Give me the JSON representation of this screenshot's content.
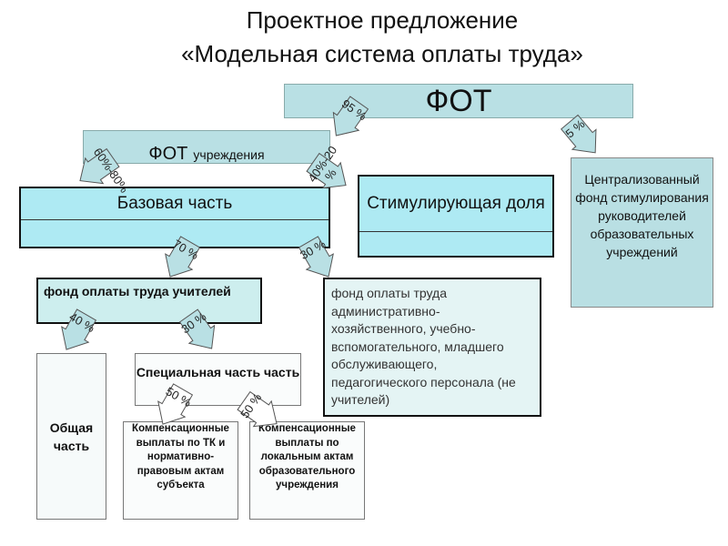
{
  "title": {
    "line1": "Проектное предложение",
    "line2": "«Модельная система оплаты труда»"
  },
  "boxes": {
    "fot": "ФОТ",
    "fot_institution": {
      "main": "ФОТ",
      "sub": "учреждения"
    },
    "base_part": "Базовая часть",
    "incentive_share": "Стимулирующая доля",
    "centralized_fund": "Централизованный фонд стимулирования руководителей образовательных учреждений",
    "teachers_fund": "фонд оплаты труда учителей",
    "admin_fund": "фонд оплаты труда административно-хозяйственного, учебно-вспомогательного, младшего обслуживающего, педагогического персонала (не учителей)",
    "general_part": "Общая часть",
    "special_part": "Специальная часть часть",
    "compensation_tk": "Компенсационные выплаты по ТК и нормативно-правовым актам субъекта",
    "compensation_local": "Компенсационные выплаты по локальным актам образовательного учреждения"
  },
  "arrows": [
    {
      "label": "95 %"
    },
    {
      "label": "5 %"
    },
    {
      "label": "60%-80%"
    },
    {
      "label": "40%-20 %"
    },
    {
      "label": "70 %"
    },
    {
      "label": "30 %"
    },
    {
      "label": "40 %"
    },
    {
      "label": "30 %"
    },
    {
      "label": "50 %"
    },
    {
      "label": "50 %"
    }
  ],
  "colors": {
    "arrow_fill": "#b9e0e4",
    "arrow_fill_white": "#ffffff"
  }
}
